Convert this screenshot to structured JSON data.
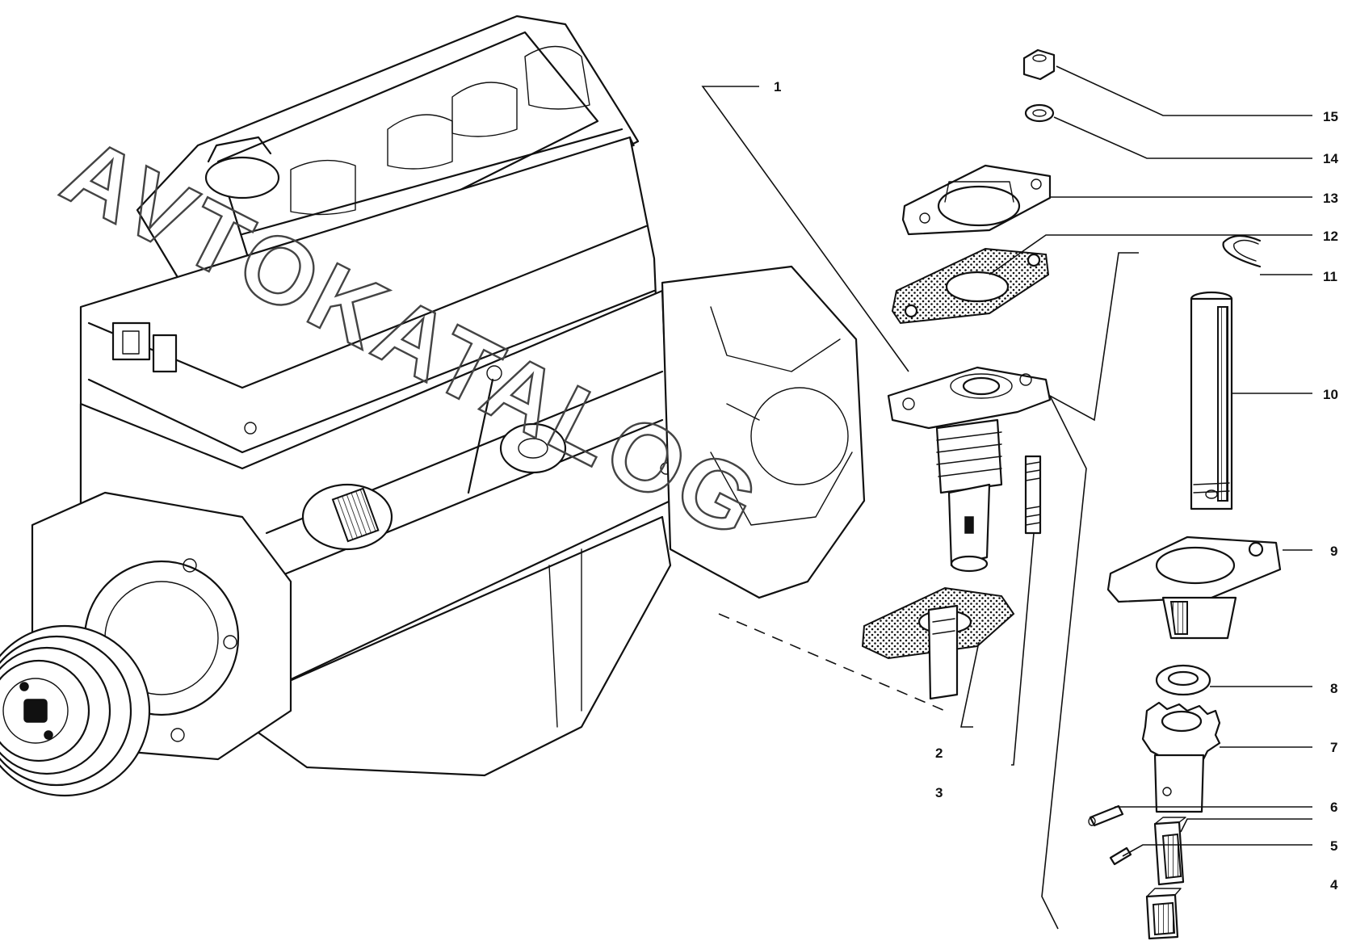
{
  "watermark": {
    "text": "AVTOKATALOG"
  },
  "parts": [
    {
      "number": "1",
      "part": "drive-housing"
    },
    {
      "number": "2",
      "part": "lower-gasket"
    },
    {
      "number": "3",
      "part": "stud"
    },
    {
      "number": "4",
      "part": "pin"
    },
    {
      "number": "5",
      "part": "coupling-key"
    },
    {
      "number": "6",
      "part": "pin"
    },
    {
      "number": "7",
      "part": "drive-gear"
    },
    {
      "number": "8",
      "part": "thrust-washer"
    },
    {
      "number": "9",
      "part": "drive-housing-body"
    },
    {
      "number": "10",
      "part": "drive-shaft"
    },
    {
      "number": "11",
      "part": "retaining-ring"
    },
    {
      "number": "12",
      "part": "upper-gasket"
    },
    {
      "number": "13",
      "part": "cover"
    },
    {
      "number": "14",
      "part": "spring-washer"
    },
    {
      "number": "15",
      "part": "nut"
    }
  ]
}
